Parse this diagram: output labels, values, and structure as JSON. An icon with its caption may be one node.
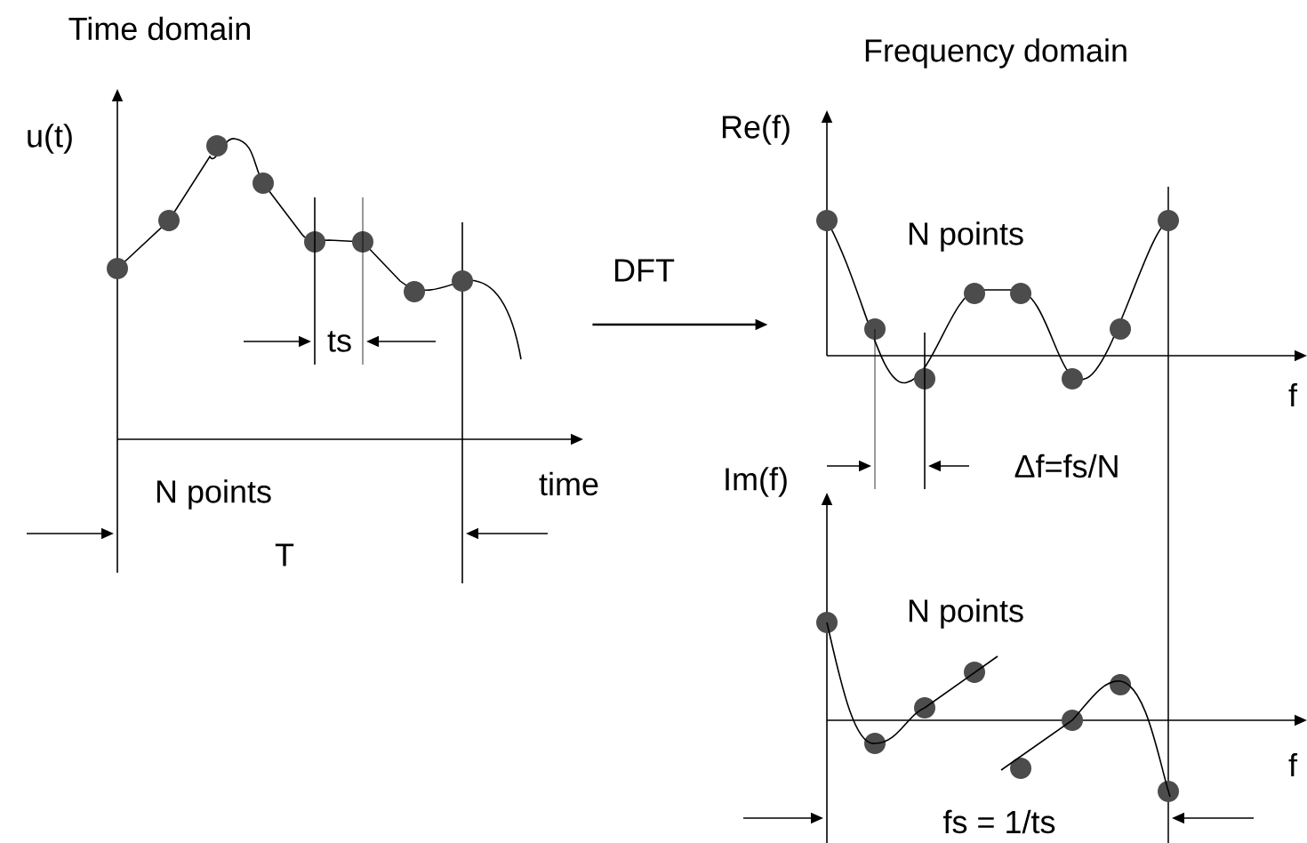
{
  "diagram": {
    "nodes": [
      {
        "text": [],
        "shape": "picture"
      },
      {
        "text": [],
        "shape": "picture"
      }
    ],
    "edges": [
      {
        "from": 0,
        "to": 1,
        "arrow": "to",
        "label": "DFT"
      }
    ],
    "labels": [
      "Time domain",
      "Frequency domain",
      "u(t)",
      "Re(f)",
      "N points",
      "ts",
      "f",
      "N points",
      "time",
      "Im(f)",
      "Δf=fs/N",
      "T",
      "N points",
      "f",
      "fs = 1/ts"
    ]
  }
}
